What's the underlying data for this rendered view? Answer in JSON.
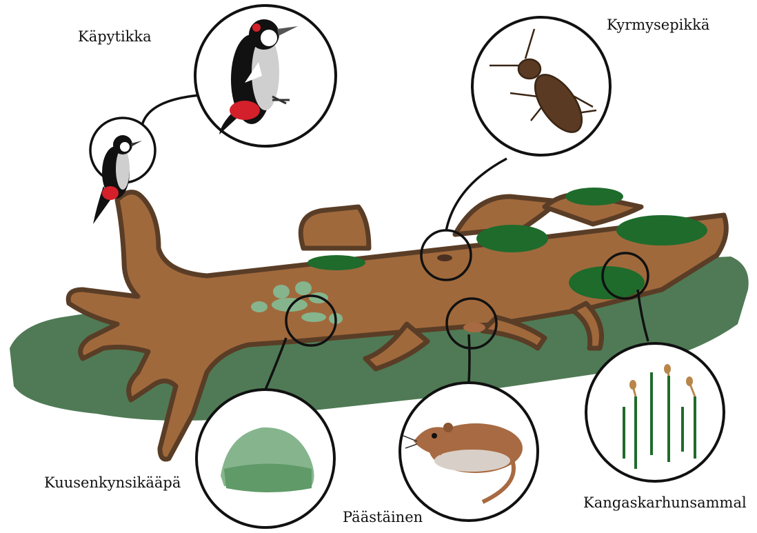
{
  "labels": {
    "woodpecker": "Käpytikka",
    "beetle": "Kyrmysepikkä",
    "fungus": "Kuusenkynsikääpä",
    "shrew": "Päästäinen",
    "moss": "Kangaskarhunsammal"
  },
  "colors": {
    "ground": "#4f7a55",
    "log": "#a0693c",
    "log_outline": "#5a3d26",
    "moss": "#1e6b2c",
    "fungus": "#86b58d",
    "shrew": "#a86a42",
    "beetle": "#5a3a22",
    "woodpecker_red": "#d4202a"
  },
  "icons": [
    "woodpecker-icon",
    "beetle-icon",
    "fungus-icon",
    "shrew-icon",
    "moss-icon"
  ]
}
